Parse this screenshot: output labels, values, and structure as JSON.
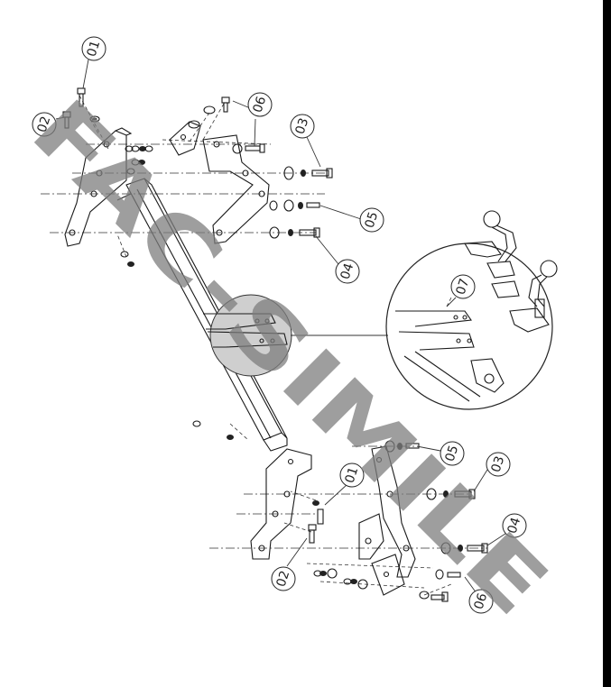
{
  "watermark": "FAC-SIMILE",
  "callouts": [
    {
      "id": "c01a",
      "label": "01"
    },
    {
      "id": "c02a",
      "label": "02"
    },
    {
      "id": "c06a",
      "label": "06"
    },
    {
      "id": "c03a",
      "label": "03"
    },
    {
      "id": "c05a",
      "label": "05"
    },
    {
      "id": "c04a",
      "label": "04"
    },
    {
      "id": "c07",
      "label": "07"
    },
    {
      "id": "c05b",
      "label": "05"
    },
    {
      "id": "c03b",
      "label": "03"
    },
    {
      "id": "c01b",
      "label": "01"
    },
    {
      "id": "c04b",
      "label": "04"
    },
    {
      "id": "c02b",
      "label": "02"
    },
    {
      "id": "c06b",
      "label": "06"
    }
  ]
}
